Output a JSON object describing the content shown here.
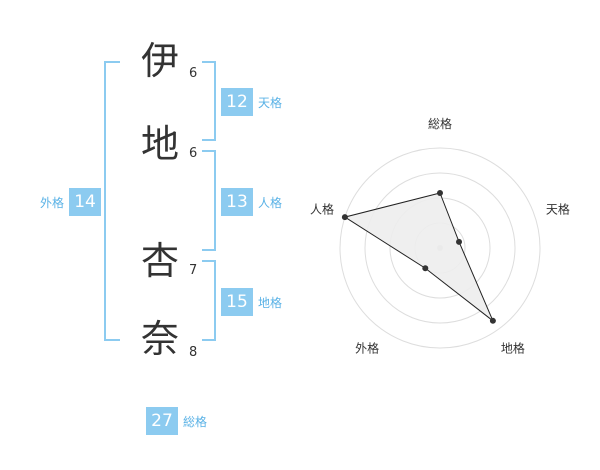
{
  "name": {
    "chars": [
      {
        "char": "伊",
        "strokes": "6"
      },
      {
        "char": "地",
        "strokes": "6"
      },
      {
        "char": "杏",
        "strokes": "7"
      },
      {
        "char": "奈",
        "strokes": "8"
      }
    ]
  },
  "fortunes": {
    "tenkaku": {
      "value": "12",
      "label": "天格"
    },
    "jinkaku": {
      "value": "13",
      "label": "人格"
    },
    "chikaku": {
      "value": "15",
      "label": "地格"
    },
    "gaikaku": {
      "value": "14",
      "label": "外格"
    },
    "soukaku": {
      "value": "27",
      "label": "総格"
    }
  },
  "chart_data": {
    "type": "radar",
    "axes": [
      "総格",
      "天格",
      "地格",
      "外格",
      "人格"
    ],
    "values": [
      0.55,
      0.2,
      0.9,
      0.25,
      1.0
    ],
    "rings": 4,
    "colors": {
      "fill": "#ededed",
      "line": "#222222",
      "ring": "#dddddd",
      "point": "#333333",
      "center": "#cccccc"
    }
  }
}
